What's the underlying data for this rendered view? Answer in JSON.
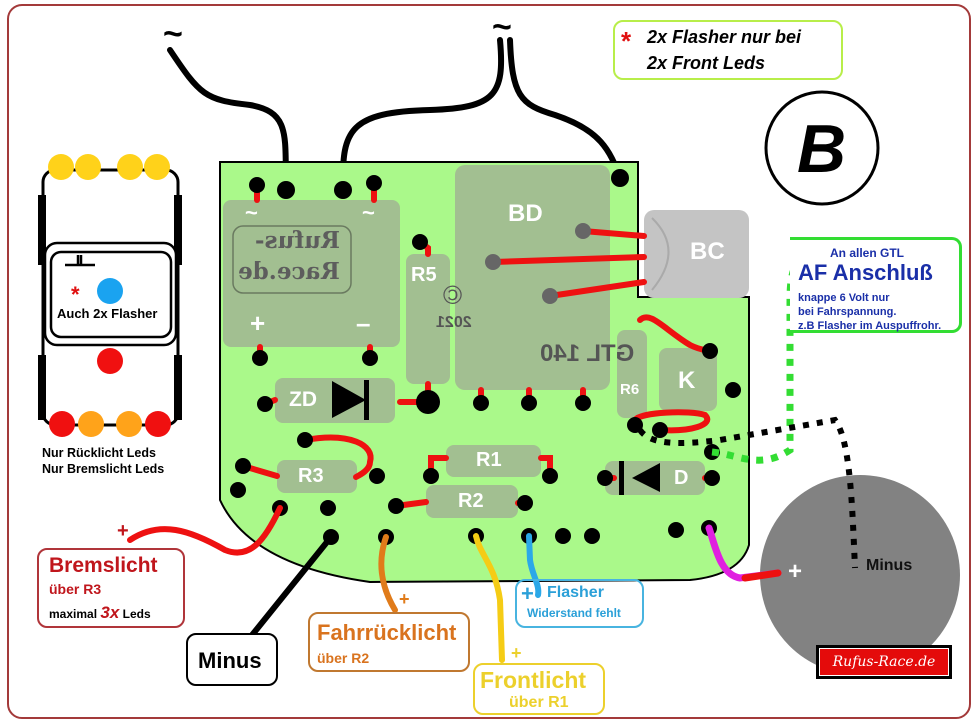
{
  "colors": {
    "frame": "#a33a3a",
    "pcb": "#aaf98a",
    "component": "#a2bf91",
    "bc": "#c4c4c4",
    "wire_red": "#ee1111",
    "wire_black": "#000000",
    "wire_orange": "#e07b1a",
    "wire_yellow": "#f5cc15",
    "wire_blue": "#2ba8e8",
    "wire_magenta": "#e020e0",
    "af_green": "#33dd33",
    "brems": "#c0161c",
    "fahr": "#d9731e",
    "front": "#ecd02c",
    "flasher": "#2ba0d8",
    "af_text": "#1a2fa8",
    "led_yellow": "#ffd21a",
    "led_red": "#f01010",
    "led_orange": "#ffa31a",
    "led_blue": "#1aa3f0",
    "motor": "#828282"
  },
  "note": {
    "star": "*",
    "line1": "2x Flasher nur bei",
    "line2": "2x Front Leds"
  },
  "badge": {
    "letter": "B"
  },
  "ac_symbols": {
    "left": "~",
    "right": "~"
  },
  "car": {
    "flasher_star": "*",
    "flasher_label": "Auch 2x Flasher",
    "caption1": "Nur Rücklicht Leds",
    "caption2": "Nur Bremslicht Leds"
  },
  "pcb": {
    "rectifier_ac_left": "~",
    "rectifier_ac_right": "~",
    "rectifier_logo_line1": "Rufus-",
    "rectifier_logo_line2": "Race.de",
    "rectifier_plus": "+",
    "rectifier_minus": "–",
    "r5": "R5",
    "copyright": "©",
    "year": "2021",
    "bd": "BD",
    "bc": "BC",
    "model": "GTL 140",
    "r6": "R6",
    "k": "K",
    "zd": "ZD",
    "r3": "R3",
    "r1": "R1",
    "r2": "R2",
    "d": "D"
  },
  "af_box": {
    "line1": "An allen GTL",
    "title": "AF Anschluß",
    "desc1": "knappe 6 Volt nur",
    "desc2": "bei Fahrspannung.",
    "desc3": "z.B Flasher im Auspuffrohr."
  },
  "bremslicht": {
    "plus": "+",
    "title": "Bremslicht",
    "sub": "über R3",
    "max_prefix": "maximal",
    "max_count": "3x",
    "max_suffix": "Leds"
  },
  "minus_box": {
    "label": "Minus"
  },
  "fahrruecklicht": {
    "plus": "+",
    "title": "Fahrrücklicht",
    "sub": "über R2"
  },
  "frontlicht": {
    "plus": "+",
    "title": "Frontlicht",
    "sub": "über R1"
  },
  "flasher": {
    "plus": "+",
    "title": "Flasher",
    "sub": "Widerstand fehlt"
  },
  "motor": {
    "plus": "+",
    "minus": "Minus"
  },
  "logo": {
    "text": "Rufus-Race.de"
  }
}
